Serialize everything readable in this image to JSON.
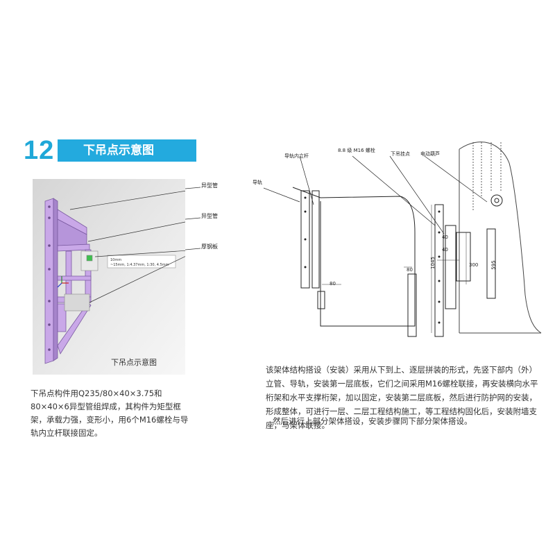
{
  "section": {
    "number": "12",
    "title": "下吊点示意图"
  },
  "render": {
    "caption": "下吊点示意图",
    "callouts": [
      "异型管",
      "异型管",
      "厚钢板"
    ],
    "dimension_lines": [
      "10mm",
      "~15mm, 1:4.37mm, 1:30, 4.5mm"
    ]
  },
  "left_paragraph": "下吊点构件用Q235/80×40×3.75和80×40×6异型管组焊成，其构件为矩型框架，承载力强，变形小，用6个M16螺栓与导轨内立杆联接固定。",
  "drawing": {
    "labels": [
      "导轨",
      "导轨内立杆",
      "8.8 级 M16 螺栓",
      "下吊挂点",
      "电动葫芦"
    ],
    "dims": [
      "80",
      "80",
      "40",
      "40",
      "300",
      "1045",
      "595"
    ]
  },
  "right_paragraphs": [
    "该架体结构搭设（安装）采用从下到上、逐层拼装的形式，先竖下部内（外）立管、导轨，安装第一层底板，它们之间采用M16螺栓联接，再安装横向水平桁架和水平支撑桁架，加以固定，安装第二层底板，然后进行防护网的安装，形成整体，可进行一层、二层工程结构施工，等工程结构固化后，安装附墙支座，与架体联接。",
    "然后进行上部分架体搭设，安装步骤同下部分架体搭设。"
  ],
  "colors": {
    "accent": "#23aade",
    "frame": "#c9a8e8",
    "frame_edge": "#7a5aa0"
  }
}
